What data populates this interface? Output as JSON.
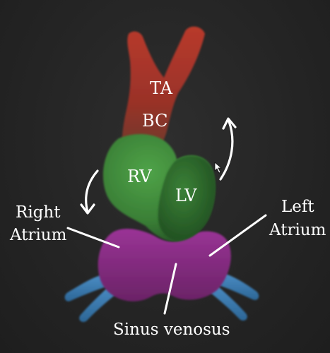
{
  "labels": {
    "ta": "TA",
    "bc": "BC",
    "rv": "RV",
    "lv": "LV",
    "right_atrium": [
      "Right",
      "Atrium"
    ],
    "left_atrium": [
      "Left",
      "Atrium"
    ],
    "sinus_venosus": "Sinus venosus"
  },
  "colors": {
    "background": "#262626",
    "truncus_arteriosus": "#a3342a",
    "bulbus_cordis": "#8a3b2c",
    "ventricle": "#3f8a3a",
    "atrium": "#8b2d86",
    "veins": "#3f7fb5",
    "text": "#ffffff"
  },
  "icons": [
    "curved-arrow-down-left-icon",
    "curved-arrow-up-right-icon",
    "mouse-cursor-icon"
  ]
}
